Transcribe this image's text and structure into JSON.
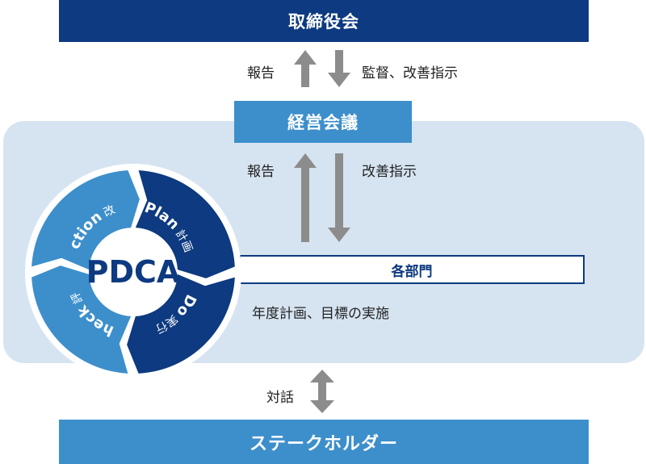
{
  "board": {
    "label": "取締役会"
  },
  "top_exchange": {
    "up_label": "報告",
    "down_label": "監督、改善指示"
  },
  "management": {
    "label": "経営会議"
  },
  "inner_exchange": {
    "up_label": "報告",
    "down_label": "改善指示"
  },
  "department": {
    "label": "各部門",
    "sub_label": "年度計画、目標の実施"
  },
  "bottom_exchange": {
    "label": "対話"
  },
  "stakeholders": {
    "label": "ステークホルダー"
  },
  "pdca": {
    "center": "PDCA",
    "plan": {
      "en": "Plan",
      "ja": "計画"
    },
    "do": {
      "en": "Do",
      "ja": "実行"
    },
    "check": {
      "en": "Check",
      "ja": "評価"
    },
    "action": {
      "en": "Action",
      "ja": "改善"
    }
  },
  "colors": {
    "navy": "#0d3a80",
    "blue": "#3d8fcb",
    "panel": "#d6e4f1",
    "arrow": "#8c8c8c"
  }
}
